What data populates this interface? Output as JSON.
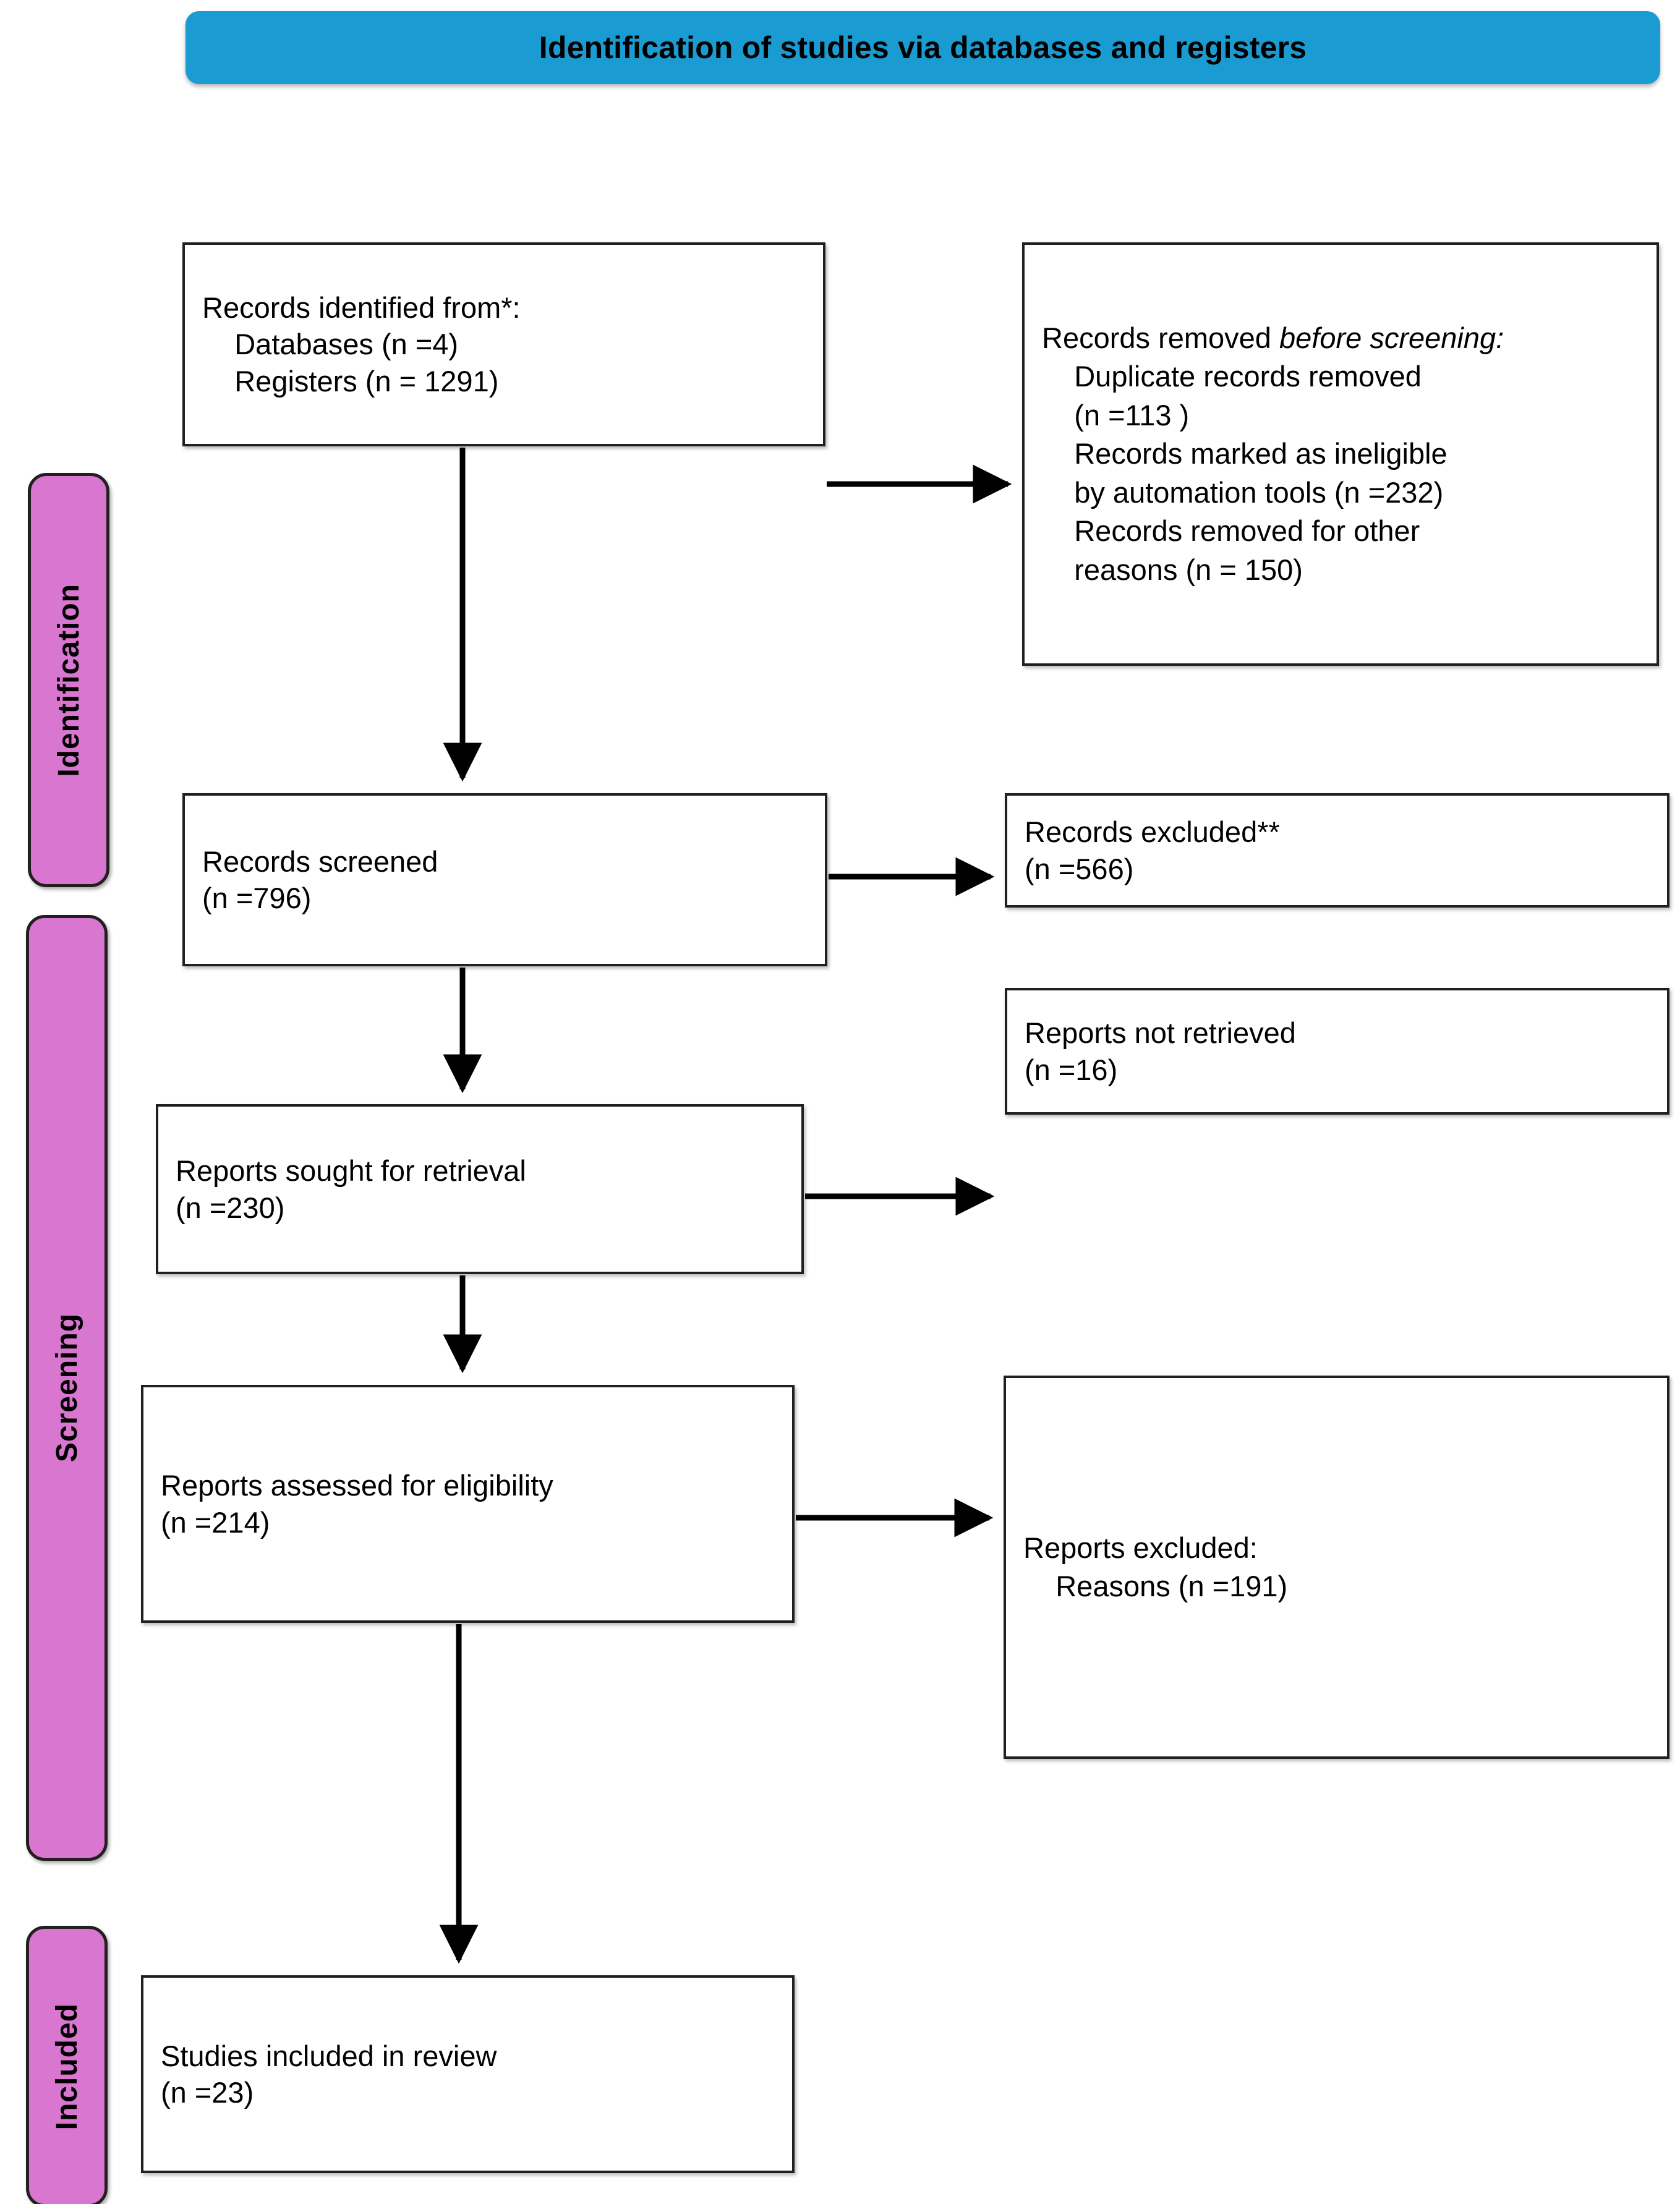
{
  "header": {
    "title": "Identification of studies via databases and registers",
    "background_color": "#1a9cd3"
  },
  "stages": [
    {
      "id": "identification",
      "label": "Identification",
      "color": "#d976d0"
    },
    {
      "id": "screening",
      "label": "Screening",
      "color": "#d976d0"
    },
    {
      "id": "included",
      "label": "Included",
      "color": "#d976d0"
    }
  ],
  "boxes": {
    "identified": {
      "line1": "Records identified from*:",
      "line2": "    Databases (n =4)",
      "line3": "    Registers (n = 1291)"
    },
    "removed_before": {
      "lead_plain": "Records removed ",
      "lead_italic": "before screening",
      "lead_colon": ":",
      "line1": "    Duplicate records removed",
      "line2": "    (n =113 )",
      "line3": "    Records marked as ineligible",
      "line4": "    by automation tools (n =232)",
      "line5": "    Records removed for other",
      "line6": "    reasons (n = 150)"
    },
    "screened": {
      "line1": "Records screened",
      "line2": "(n =796)"
    },
    "records_excluded": {
      "line1": "Records excluded**",
      "line2": "(n =566)"
    },
    "sought": {
      "line1": "Reports sought for retrieval",
      "line2": "(n =230)"
    },
    "not_retrieved": {
      "line1": "Reports not retrieved",
      "line2": "(n =16)"
    },
    "assessed": {
      "line1": "Reports assessed for eligibility",
      "line2": "(n =214)"
    },
    "reports_excluded": {
      "line1": "Reports excluded:",
      "line2": "    Reasons (n =191)"
    },
    "included": {
      "line1": "Studies included in review",
      "line2": "(n =23)"
    }
  },
  "counts": {
    "databases": 4,
    "registers": 1291,
    "duplicates_removed": 113,
    "ineligible_automation": 232,
    "removed_other_reasons": 150,
    "records_screened": 796,
    "records_excluded": 566,
    "reports_sought": 230,
    "reports_not_retrieved": 16,
    "reports_assessed": 214,
    "reports_excluded_reasons": 191,
    "studies_included": 23
  }
}
